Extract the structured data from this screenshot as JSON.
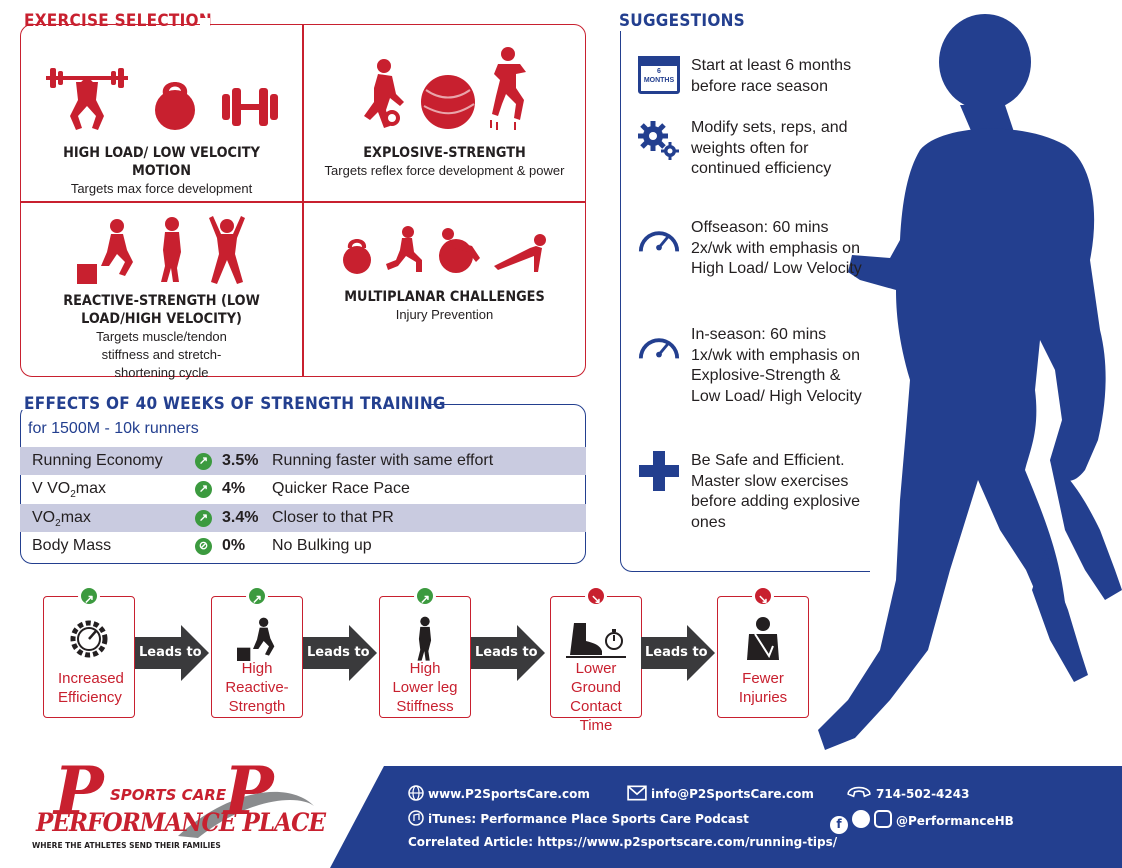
{
  "exercise": {
    "title": "EXERCISE SELECTION",
    "cells": [
      {
        "title": "HIGH LOAD/ LOW VELOCITY MOTION",
        "sub": "Targets max force development"
      },
      {
        "title": "EXPLOSIVE-STRENGTH",
        "sub": "Targets reflex force development & power"
      },
      {
        "title": "REACTIVE-STRENGTH (LOW LOAD/HIGH VELOCITY)",
        "sub": "Targets muscle/tendon stiffness and stretch-shortening cycle"
      },
      {
        "title": "MULTIPLANAR CHALLENGES",
        "sub": "Injury Prevention"
      }
    ]
  },
  "effects": {
    "title": "EFFECTS OF 40 WEEKS OF STRENGTH TRAINING",
    "subtitle": "for 1500M - 10k runners",
    "rows": [
      {
        "name": "Running Economy",
        "value": "3.5%",
        "desc": "Running faster with same effort"
      },
      {
        "name": "V VO",
        "sub": "2",
        "tail": "max",
        "value": "4%",
        "desc": "Quicker Race Pace"
      },
      {
        "name": "VO",
        "sub": "2",
        "tail": "max",
        "value": "3.4%",
        "desc": "Closer to that PR"
      },
      {
        "name": "Body Mass",
        "value": "0%",
        "desc": "No Bulking up"
      }
    ]
  },
  "suggestions": {
    "title": "SUGGESTIONS",
    "calendar_label": "6 MONTHS",
    "items": [
      {
        "icon": "calendar-icon",
        "text": "Start at least 6 months before race season"
      },
      {
        "icon": "gears-icon",
        "text": "Modify sets, reps, and weights often for continued efficiency"
      },
      {
        "icon": "gauge-icon",
        "text": "Offseason: 60 mins 2x/wk with emphasis on High Load/ Low Velocity"
      },
      {
        "icon": "gauge-icon",
        "text": "In-season: 60 mins 1x/wk with emphasis on Explosive-Strength & Low Load/ High Velocity"
      },
      {
        "icon": "cross-icon",
        "text": "Be Safe and Efficient. Master slow exercises before adding explosive ones"
      }
    ]
  },
  "flow": {
    "arrow_label": "Leads to",
    "steps": [
      {
        "label": "Increased Efficiency",
        "trend": "up"
      },
      {
        "label": "High Reactive-Strength",
        "trend": "up"
      },
      {
        "label": "High Lower leg Stiffness",
        "trend": "up"
      },
      {
        "label": "Lower Ground Contact Time",
        "trend": "down"
      },
      {
        "label": "Fewer Injuries",
        "trend": "down"
      }
    ]
  },
  "footer": {
    "logo_text_top": "SPORTS CARE",
    "logo_text_main": "PERFORMANCE PLACE",
    "logo_tagline": "WHERE THE ATHLETES SEND THEIR FAMILIES",
    "website": "www.P2SportsCare.com",
    "email": "info@P2SportsCare.com",
    "phone": "714-502-4243",
    "podcast": "iTunes: Performance Place Sports Care Podcast",
    "social": "@PerformanceHB",
    "article": "Correlated Article: https://www.p2sportscare.com/running-tips/"
  },
  "colors": {
    "red": "#c8202f",
    "blue": "#233f8f",
    "green": "#3c9a3f",
    "shade": "#c9cbe0"
  }
}
